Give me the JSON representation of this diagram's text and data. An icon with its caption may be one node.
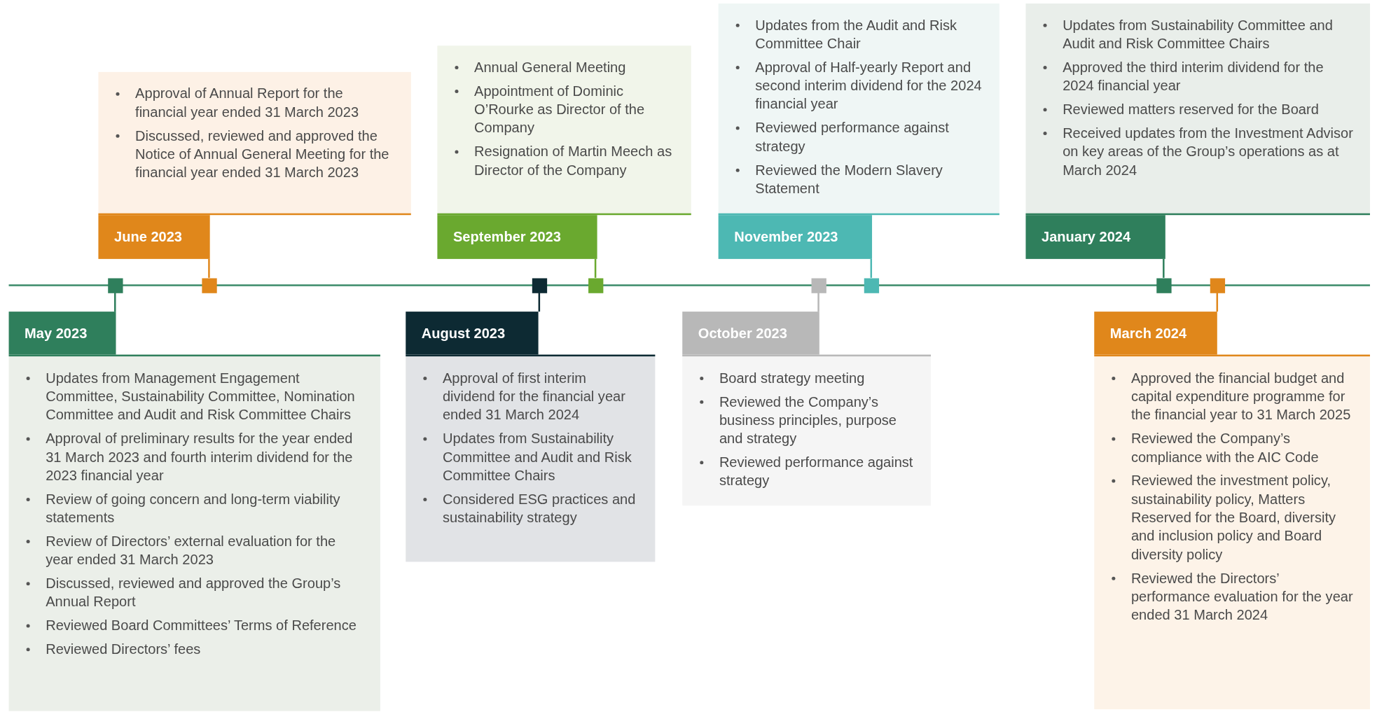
{
  "diagram": {
    "nodes": [
      {
        "text": [
          "May 2023"
        ]
      },
      {
        "text": [
          "Updates from Management Engagement Committee, Sustainability Committee, Nomination Committee and Audit and Risk Committee Chairs",
          "Approval of preliminary results for the year ended 31 March 2023 and fourth interim dividend for the 2023 financial year",
          "Review of going concern and long-term viability statements",
          "Review of Directors’ external evaluation for the year ended 31 March 2023",
          "Discussed, reviewed and approved the Group’s Annual Report",
          "Reviewed Board Committees’ Terms of Reference",
          "Reviewed Directors’ fees"
        ]
      },
      {
        "text": [],
        "shape": "box"
      },
      {
        "text": [
          "June 2023"
        ]
      },
      {
        "text": [
          "Approval of Annual Report for the financial year ended 31 March 2023",
          "Discussed, reviewed and approved the Notice of Annual General Meeting for the financial year ended 31 March 2023"
        ]
      },
      {
        "text": [],
        "shape": "box"
      },
      {
        "text": [
          "August 2023"
        ]
      },
      {
        "text": [
          "Approval of first interim dividend for the financial year ended 31 March 2024",
          "Updates from Sustainability Committee and Audit and Risk Committee Chairs",
          "Considered ESG practices and sustainability strategy"
        ]
      },
      {
        "text": [],
        "shape": "box"
      },
      {
        "text": [
          "September 2023"
        ]
      },
      {
        "text": [
          "Annual General Meeting",
          "Appointment of Dominic O’Rourke as Director of the Company",
          "Resignation of Martin Meech as Director of the Company"
        ]
      },
      {
        "text": [],
        "shape": "box"
      },
      {
        "text": [
          "October 2023"
        ]
      },
      {
        "text": [
          "Board strategy meeting",
          "Reviewed the Company’s business principles, purpose and strategy",
          "Reviewed performance against strategy"
        ]
      },
      {
        "text": [],
        "shape": "box"
      },
      {
        "text": [
          "November 2023"
        ]
      },
      {
        "text": [
          "Updates from the Audit and Risk Committee Chair",
          "Approval of Half-yearly Report and second interim dividend for the 2024 financial year",
          "Reviewed performance against strategy",
          "Reviewed the Modern Slavery Statement"
        ]
      },
      {
        "text": [],
        "shape": "box"
      },
      {
        "text": [
          "January 2024"
        ]
      },
      {
        "text": [
          "Updates from Sustainability Committee and Audit and Risk Committee Chairs",
          "Approved the third interim dividend for the 2024 financial year",
          "Reviewed matters reserved for the Board",
          "Received updates from the Investment Advisor on key areas of the Group’s operations as at March 2024"
        ]
      },
      {
        "text": [],
        "shape": "box"
      },
      {
        "text": [
          "March 2024"
        ]
      },
      {
        "text": [
          "Approved the financial budget and capital expenditure programme for the financial year to 31 March 2025",
          "Reviewed the Company’s compliance with the AIC Code",
          "Reviewed the investment policy, sustainability policy, Matters Reserved for the Board, diversity and inclusion policy and Board diversity policy",
          "Reviewed the Directors’ performance evaluation for the year ended 31 March 2024"
        ]
      },
      {
        "text": [],
        "shape": "box"
      }
    ],
    "edges": [
      {
        "from": 2,
        "to": 0,
        "arrow": "none",
        "color": "#2f7f5c"
      },
      {
        "from": 5,
        "to": 3,
        "arrow": "none",
        "color": "#e0871b"
      },
      {
        "from": 8,
        "to": 6,
        "arrow": "none",
        "color": "#0d2a33"
      },
      {
        "from": 11,
        "to": 9,
        "arrow": "none",
        "color": "#6aa92f"
      },
      {
        "from": 14,
        "to": 12,
        "arrow": "none",
        "color": "#b8b8b8"
      },
      {
        "from": 17,
        "to": 15,
        "arrow": "none",
        "color": "#4db8b3"
      },
      {
        "from": 20,
        "to": 18,
        "arrow": "none",
        "color": "#2f7f5c"
      },
      {
        "from": 23,
        "to": 21,
        "arrow": "none",
        "color": "#e0871b"
      }
    ]
  }
}
